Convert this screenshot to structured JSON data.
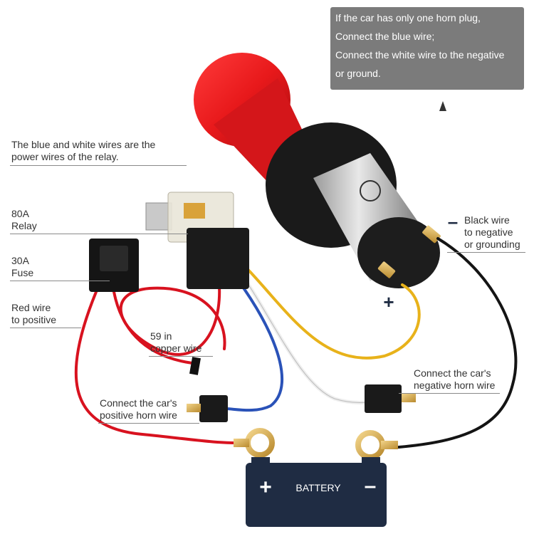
{
  "callout": {
    "lines": [
      "If the car has only one horn plug,",
      "Connect the blue wire;",
      "Connect the white wire to the negative",
      "or ground."
    ]
  },
  "labels": {
    "power_wires": [
      "The blue and white wires are the",
      "power wires of the relay."
    ],
    "relay": [
      "80A",
      "Relay"
    ],
    "fuse": [
      "30A",
      "Fuse"
    ],
    "red_wire": [
      "Red wire",
      "to positive"
    ],
    "copper_wire": [
      "59 in",
      "copper wire"
    ],
    "positive_horn": [
      "Connect the car's",
      "positive horn wire"
    ],
    "negative_horn": [
      "Connect the car's",
      "negative horn wire"
    ],
    "black_wire": [
      "Black wire",
      "to negative",
      "or grounding"
    ]
  },
  "battery": {
    "label": "BATTERY",
    "plus": "+",
    "minus": "–"
  },
  "horn_terminal_plus": "+",
  "horn_terminal_minus": "–",
  "colors": {
    "horn_red": "#e8191b",
    "red_wire": "#d8121f",
    "blue_wire": "#2a52b8",
    "yellow_wire": "#e8b21a",
    "black_wire": "#141414",
    "battery": "#1f2c43",
    "callout_bg": "#7b7b7b"
  }
}
